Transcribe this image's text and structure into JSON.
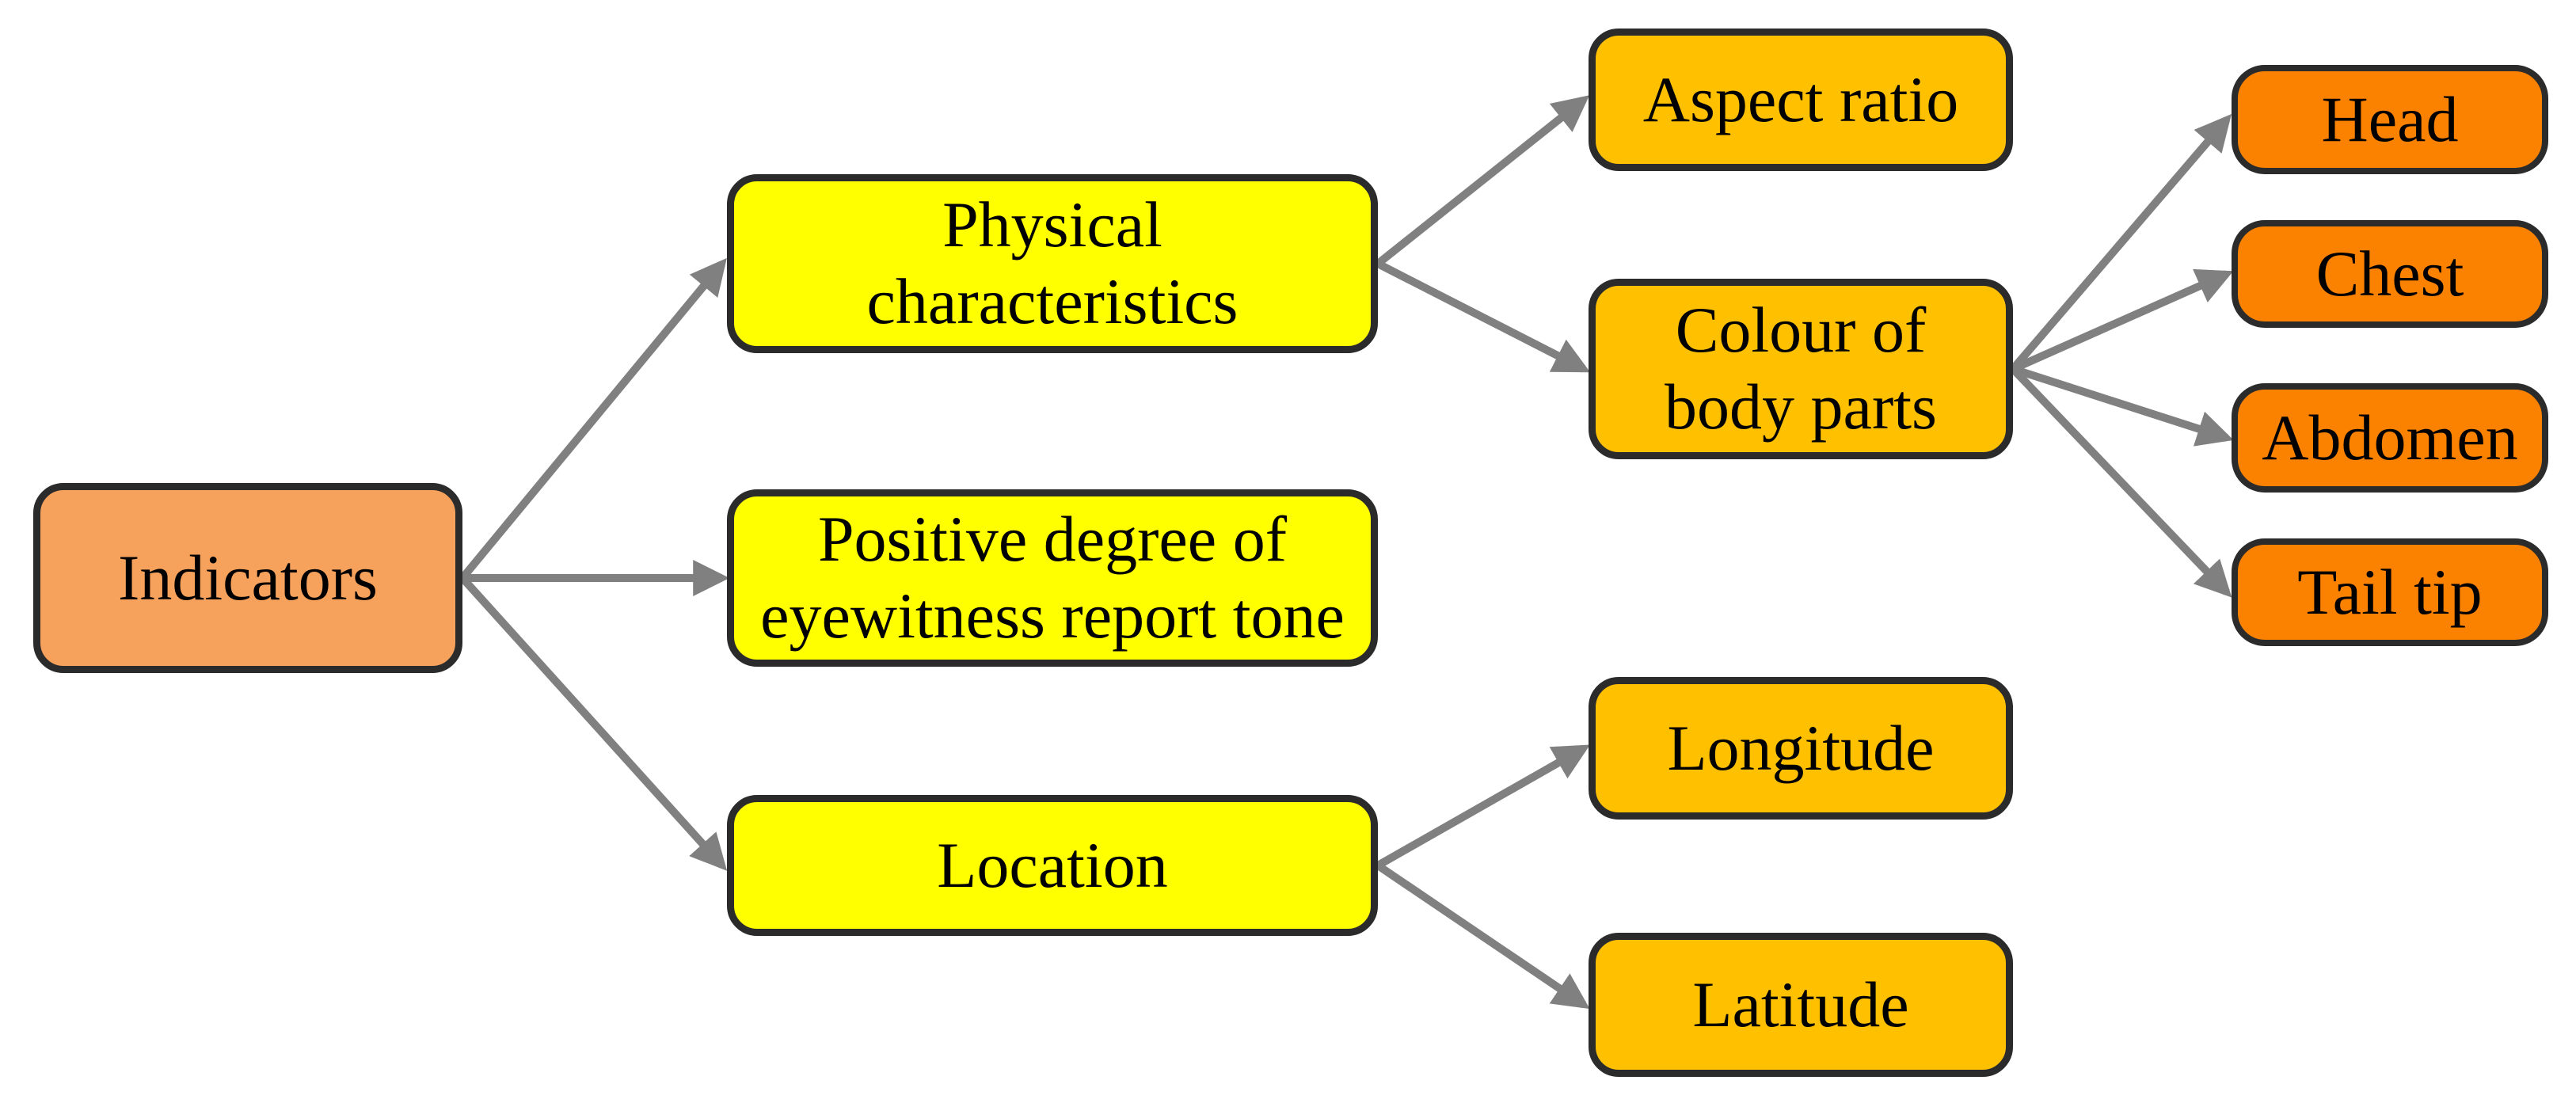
{
  "diagram": {
    "type": "tree-flowchart",
    "direction": "left-to-right",
    "root": "Indicators"
  },
  "colors": {
    "background": "#FFFFFF",
    "root_fill": "#F7A25C",
    "level2_fill": "#FFFF00",
    "level3_fill": "#FFC000",
    "level4_fill": "#FB8200",
    "border": "#2B2B2B",
    "arrow": "#808080",
    "text": "#000000"
  },
  "nodes": {
    "root": {
      "label": "Indicators",
      "level": 1
    },
    "physical": {
      "label": "Physical\ncharacteristics",
      "level": 2
    },
    "positive": {
      "label": "Positive degree of\neyewitness report tone",
      "level": 2
    },
    "location": {
      "label": "Location",
      "level": 2
    },
    "aspect": {
      "label": "Aspect ratio",
      "level": 3
    },
    "colour": {
      "label": "Colour of\nbody parts",
      "level": 3
    },
    "longitude": {
      "label": "Longitude",
      "level": 3
    },
    "latitude": {
      "label": "Latitude",
      "level": 3
    },
    "head": {
      "label": "Head",
      "level": 4
    },
    "chest": {
      "label": "Chest",
      "level": 4
    },
    "abdomen": {
      "label": "Abdomen",
      "level": 4
    },
    "tail_tip": {
      "label": "Tail tip",
      "level": 4
    }
  },
  "edges": [
    {
      "from": "root",
      "to": "physical"
    },
    {
      "from": "root",
      "to": "positive"
    },
    {
      "from": "root",
      "to": "location"
    },
    {
      "from": "physical",
      "to": "aspect"
    },
    {
      "from": "physical",
      "to": "colour"
    },
    {
      "from": "location",
      "to": "longitude"
    },
    {
      "from": "location",
      "to": "latitude"
    },
    {
      "from": "colour",
      "to": "head"
    },
    {
      "from": "colour",
      "to": "chest"
    },
    {
      "from": "colour",
      "to": "abdomen"
    },
    {
      "from": "colour",
      "to": "tail_tip"
    }
  ]
}
